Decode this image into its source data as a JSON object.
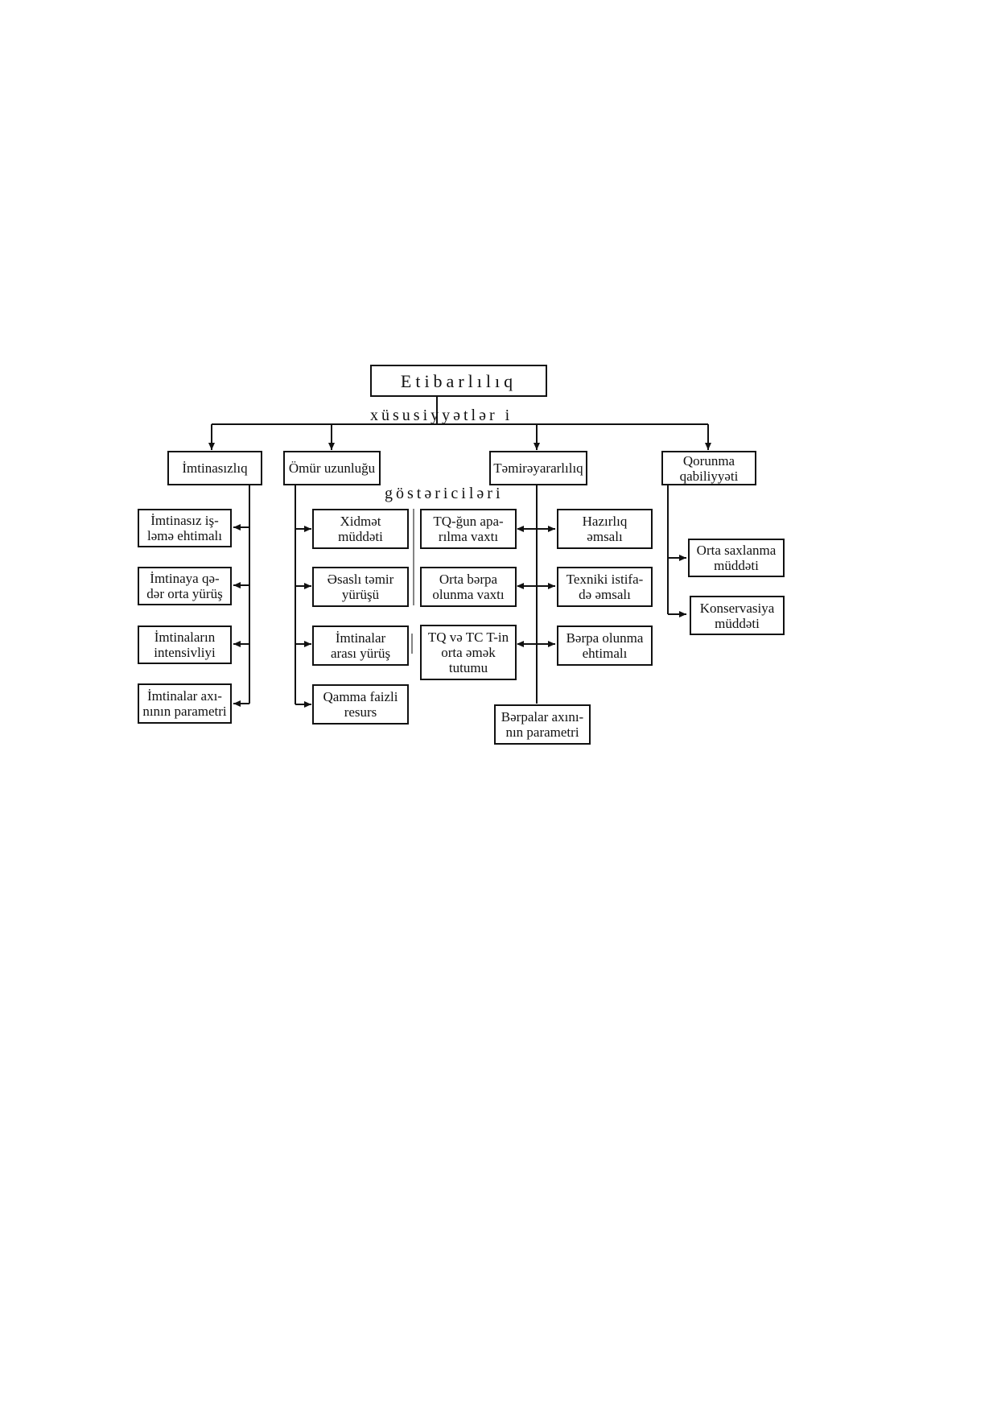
{
  "title": "Etibarlılıq",
  "subtitle": "xüsusiyyətlər i",
  "indicators_label": "göstəriciləri",
  "categories": {
    "imtinasizliq": "İmtinasızlıq",
    "omur": "Ömür uzunluğu",
    "temir": "Təmirəyararlılıq",
    "qorunma": "Qorunma\nqabiliyyəti"
  },
  "imtinasizliq_items": [
    "İmtinasız iş-\nləmə ehtimalı",
    "İmtinaya qə-\ndər orta yürüş",
    "İmtinaların\nintensivliyi",
    "İmtinalar axı-\nnının parametri"
  ],
  "omur_items": [
    "Xidmət\nmüddəti",
    "Əsaslı təmir\nyürüşü",
    "İmtinalar\narası yürüş",
    "Qamma faizli\nresurs"
  ],
  "temir_left_items": [
    "TQ-ğun apa-\nrılma vaxtı",
    "Orta bərpa\nolunma vaxtı",
    "TQ və TC T-in\norta əmək\ntutumu"
  ],
  "temir_right_items": [
    "Hazırlıq\nəmsalı",
    "Texniki istifa-\ndə əmsalı",
    "Bərpa olunma\nehtimalı"
  ],
  "temir_bottom_item": "Bərpalar axını-\nnın parametri",
  "qorunma_items": [
    "Orta saxlanma\nmüddəti",
    "Konservasiya\nmüddəti"
  ]
}
